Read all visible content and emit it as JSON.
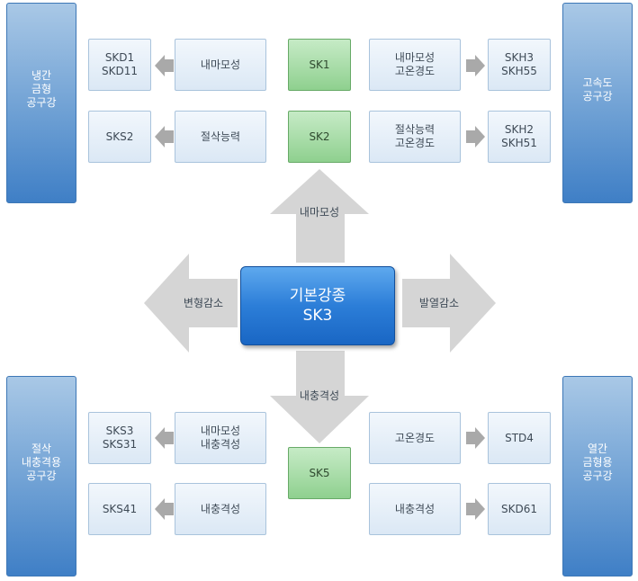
{
  "colors": {
    "side_panel": "#5b93cf",
    "box": "#e3edf7",
    "green_box": "#9fd79f",
    "center": "#2c7ed8",
    "arrow": "#d4d4d4",
    "small_arrow": "#a9a9a9"
  },
  "center": {
    "line1": "기본강종",
    "line2": "SK3"
  },
  "directions": {
    "up": "내마모성",
    "down": "내충격성",
    "left": "변형감소",
    "right": "발열감소"
  },
  "side_panels": {
    "top_left": "냉간\n금형\n공구강",
    "top_right": "고속도\n공구강",
    "bottom_left": "절삭\n내충격용\n공구강",
    "bottom_right": "열간\n금형용\n공구강"
  },
  "top_left": {
    "row1": {
      "result": "SKD1\nSKD11",
      "property": "내마모성"
    },
    "row2": {
      "result": "SKS2",
      "property": "절삭능력"
    }
  },
  "top_center": {
    "sk1": "SK1",
    "sk2": "SK2"
  },
  "top_right": {
    "row1": {
      "property": "내마모성\n고온경도",
      "result": "SKH3\nSKH55"
    },
    "row2": {
      "property": "절삭능력\n고온경도",
      "result": "SKH2\nSKH51"
    }
  },
  "bottom_left": {
    "row1": {
      "result": "SKS3\nSKS31",
      "property": "내마모성\n내충격성"
    },
    "row2": {
      "result": "SKS41",
      "property": "내충격성"
    }
  },
  "bottom_center": {
    "sk5": "SK5"
  },
  "bottom_right": {
    "row1": {
      "property": "고온경도",
      "result": "STD4"
    },
    "row2": {
      "property": "내충격성",
      "result": "SKD61"
    }
  }
}
